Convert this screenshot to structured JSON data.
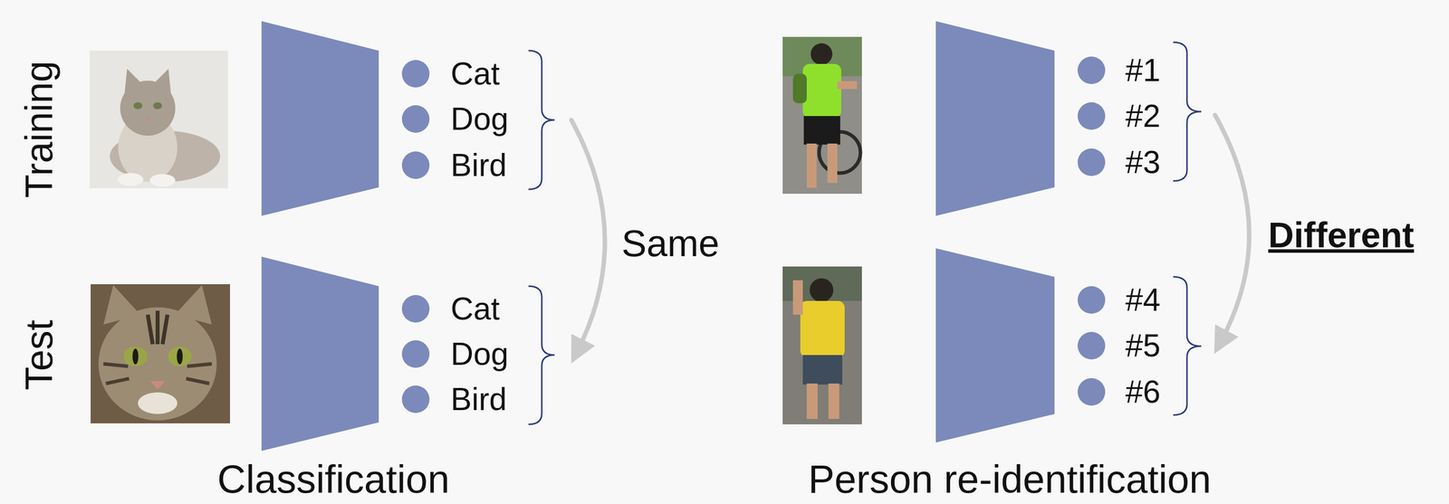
{
  "diagram": {
    "labels": [
      "Training",
      "Cat",
      "Dog",
      "Bird",
      "#1",
      "#2",
      "#3",
      "Same",
      "Different",
      "Test",
      "Cat",
      "Dog",
      "Bird",
      "#4",
      "#5",
      "#6",
      "Classification",
      "Person re-identification"
    ]
  }
}
